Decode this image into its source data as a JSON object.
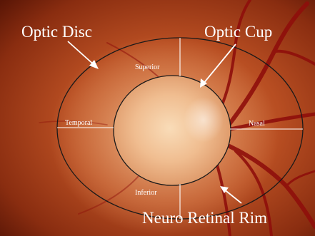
{
  "labels": {
    "optic_disc": "Optic Disc",
    "optic_cup": "Optic Cup",
    "neuro_retinal_rim": "Neuro Retinal Rim",
    "superior": "Superior",
    "temporal": "Temporal",
    "nasal": "Nasal",
    "inferior": "Inferior"
  },
  "colors": {
    "outline": "#1a1a1a",
    "divider": "#ffffff",
    "fundus_dark": "#5a1606",
    "fundus_mid": "#b0471d",
    "disc_glow": "#f6cfa5",
    "vessel": "#8f0f0c"
  }
}
